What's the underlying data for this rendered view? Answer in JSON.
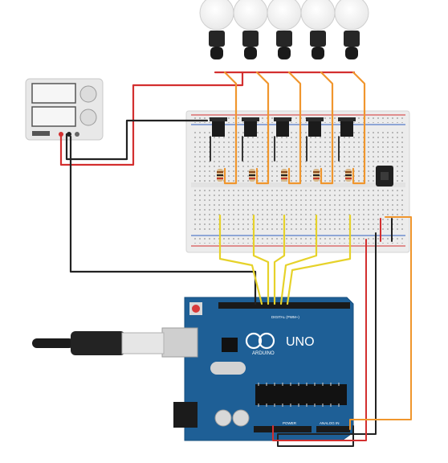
{
  "board": {
    "brand_text": "ARDUINO",
    "model_text": "UNO",
    "digital_header_text": "DIGITAL (PWM~)",
    "power_text": "POWER",
    "analog_text": "ANALOG IN"
  },
  "bulbs_count": 5,
  "transistors_count": 5,
  "resistors_count": 5,
  "colors": {
    "breadboard": "#ececec",
    "arduino": "#1e5f96",
    "wire_red": "#d32f2f",
    "wire_black": "#222222",
    "wire_orange": "#f0962d",
    "wire_yellow": "#e6d22a"
  }
}
